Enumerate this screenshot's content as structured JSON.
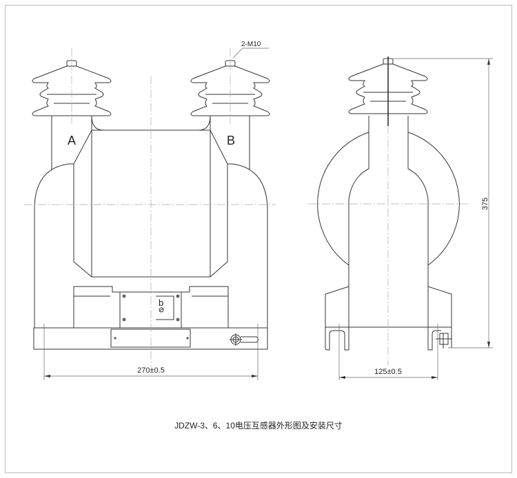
{
  "labels": {
    "terminal_a": "A",
    "terminal_b": "B",
    "terminal_small_b": "b",
    "bolt_spec": "2-M10"
  },
  "dimensions": {
    "front_width": "270±0.5",
    "side_width": "125±0.5",
    "height": "375"
  },
  "caption": "JDZW-3、6、10电压互感器外形图及安装尺寸"
}
